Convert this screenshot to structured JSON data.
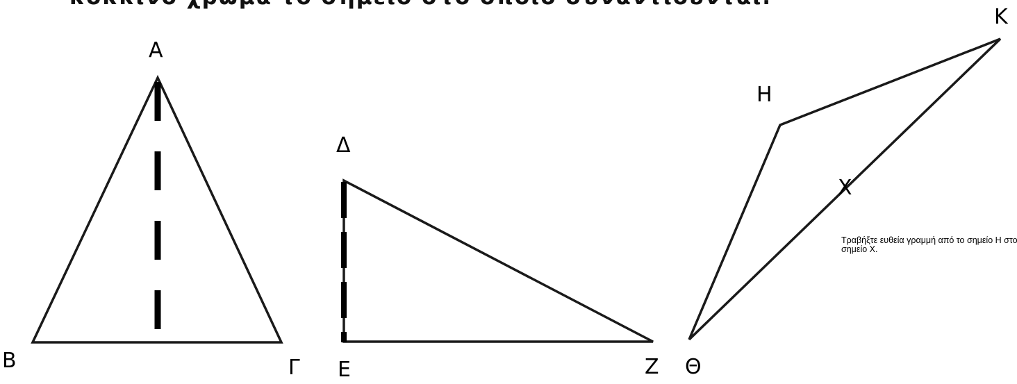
{
  "heading": "κόκκινο χρώμα το σημείο στο οποίο συναντιούνται.",
  "instruction": "Τραβήξτε ευθεία γραμμή από το σημείο Η στο σημείο Χ.",
  "labels": {
    "A": "A",
    "B": "B",
    "G": "Γ",
    "D": "Δ",
    "E": "E",
    "Z": "Z",
    "H": "H",
    "TH": "Θ",
    "K": "K",
    "X": "X"
  },
  "colors": {
    "stroke": "#000000",
    "heading": "#111111",
    "background": "#ffffff"
  }
}
